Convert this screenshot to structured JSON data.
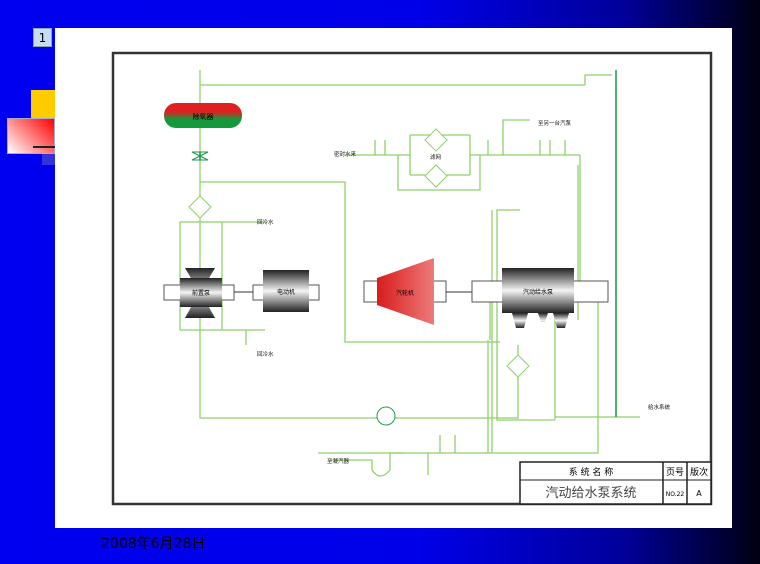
{
  "slide": {
    "number": "1",
    "date": "2008年6月28日"
  },
  "diagram": {
    "deaerator": "除氧器",
    "seal_water_in": "密封水来",
    "strainer": "滤网",
    "to_other_pump": "至另一台汽泵",
    "return_water_top": "回冷水",
    "return_water_bottom": "回冷水",
    "booster_pump": "前置泵",
    "motor": "电动机",
    "turbine": "汽轮机",
    "feed_pump": "汽动给水泵",
    "feedwater_system": "给水系统",
    "to_condenser": "至凝汽器"
  },
  "title_block": {
    "name_header": "系 统 名 称",
    "page_header": "页号",
    "rev_header": "版次",
    "system_name": "汽动给水泵系统",
    "page_no": "NO.22",
    "rev": "A"
  },
  "colors": {
    "pipe": "#8fd16a",
    "pipe_dark": "#1f9a4a",
    "red": "#e02020"
  }
}
